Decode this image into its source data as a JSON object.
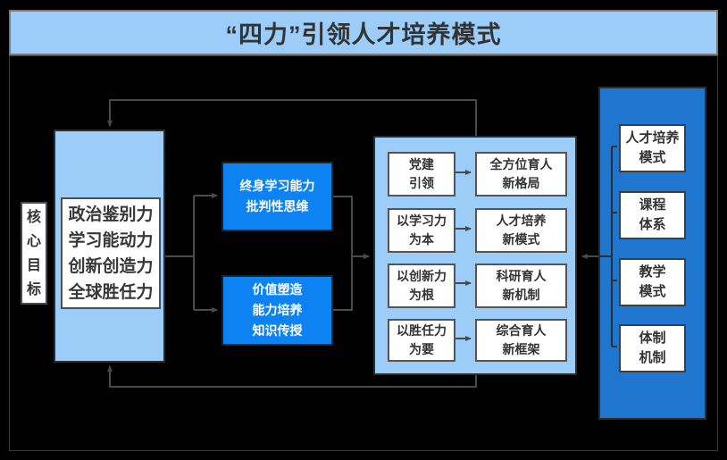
{
  "title": "“四力”引领人才培养模式",
  "core_goal": "核心目标",
  "four_forces": {
    "lines": [
      "政治鉴别力",
      "学习能动力",
      "创新创造力",
      "全球胜任力"
    ]
  },
  "ability_boxes": {
    "box1_lines": [
      "终身学习能力",
      "批判性思维"
    ],
    "box2_lines": [
      "价值塑造",
      "能力培养",
      "知识传授"
    ]
  },
  "mechanism_rows": [
    {
      "left": [
        "党建",
        "引领"
      ],
      "right": [
        "全方位育人",
        "新格局"
      ]
    },
    {
      "left": [
        "以学习力",
        "为本"
      ],
      "right": [
        "人才培养",
        "新模式"
      ]
    },
    {
      "left": [
        "以创新力",
        "为根"
      ],
      "right": [
        "科研育人",
        "新机制"
      ]
    },
    {
      "left": [
        "以胜任力",
        "为要"
      ],
      "right": [
        "综合育人",
        "新框架"
      ]
    }
  ],
  "outcome_items": [
    {
      "lines": [
        "人才培养",
        "模式"
      ]
    },
    {
      "lines": [
        "课程",
        "体系"
      ]
    },
    {
      "lines": [
        "教学",
        "模式"
      ]
    },
    {
      "lines": [
        "体制",
        "机制"
      ]
    }
  ],
  "colors": {
    "light_blue": "#9BCDF8",
    "bright_blue": "#0C82F3",
    "dark_blue": "#1E76CF",
    "background": "#000000",
    "line": "#4a4a4a",
    "text": "#333333"
  }
}
